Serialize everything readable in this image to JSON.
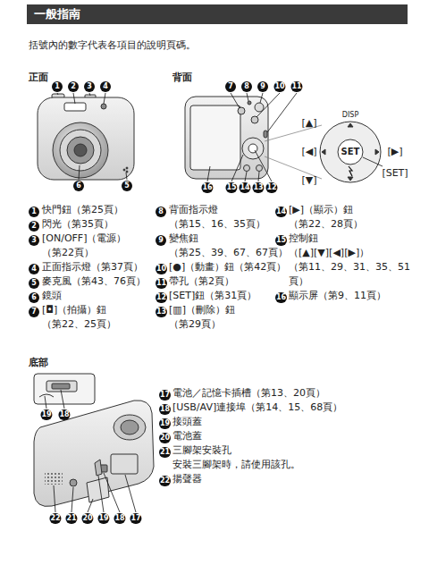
{
  "diagram": {
    "title": "一般指南",
    "labels": [
      "括號內的數字代表各項目的說明頁碼。",
      "正面",
      "背面",
      "1",
      "2",
      "3",
      "4",
      "5",
      "6",
      "7",
      "8",
      "9",
      "10",
      "11",
      "12",
      "13",
      "14",
      "15",
      "16",
      "DISP",
      "SET",
      "[▲]",
      "[◀]",
      "[▶]",
      "[▼]",
      "[SET]",
      "1",
      "快門鈕（第25頁）",
      "2",
      "閃光（第35頁）",
      "3",
      "[ON/OFF]（電源） （第22頁）",
      "4",
      "正面指示燈（第37頁）",
      "5",
      "麥克風（第43、76頁）",
      "6",
      "鏡頭",
      "7",
      "[◘]（拍攝）鈕 （第22、25頁）",
      "8",
      "背面指示燈 （第15、16、35頁）",
      "9",
      "變焦鈕 （第25、39、67、67頁）",
      "10",
      "[●]（動畫）鈕（第42頁）",
      "11",
      "帶孔（第2頁）",
      "12",
      "[SET]鈕（第31頁）",
      "13",
      "[▥]（刪除）鈕 （第29頁）",
      "14",
      "[▶]（顯示）鈕 （第22、28頁）",
      "15",
      "控制鈕 （[▲][▼][◀][▶]） （第11、29、31、35、51 頁）",
      "16",
      "顯示屏（第9、11頁）",
      "底部",
      "19",
      "18",
      "22",
      "21",
      "20",
      "19",
      "18",
      "17",
      "17",
      "電池／記憶卡插槽（第13、20頁）",
      "18",
      "[USB/AV]連接埠（第14、15、68頁）",
      "19",
      "接頭蓋",
      "20",
      "電池蓋",
      "21",
      "三腳架安裝孔",
      "安裝三腳架時，請使用該孔。",
      "22",
      "揚聲器"
    ]
  }
}
